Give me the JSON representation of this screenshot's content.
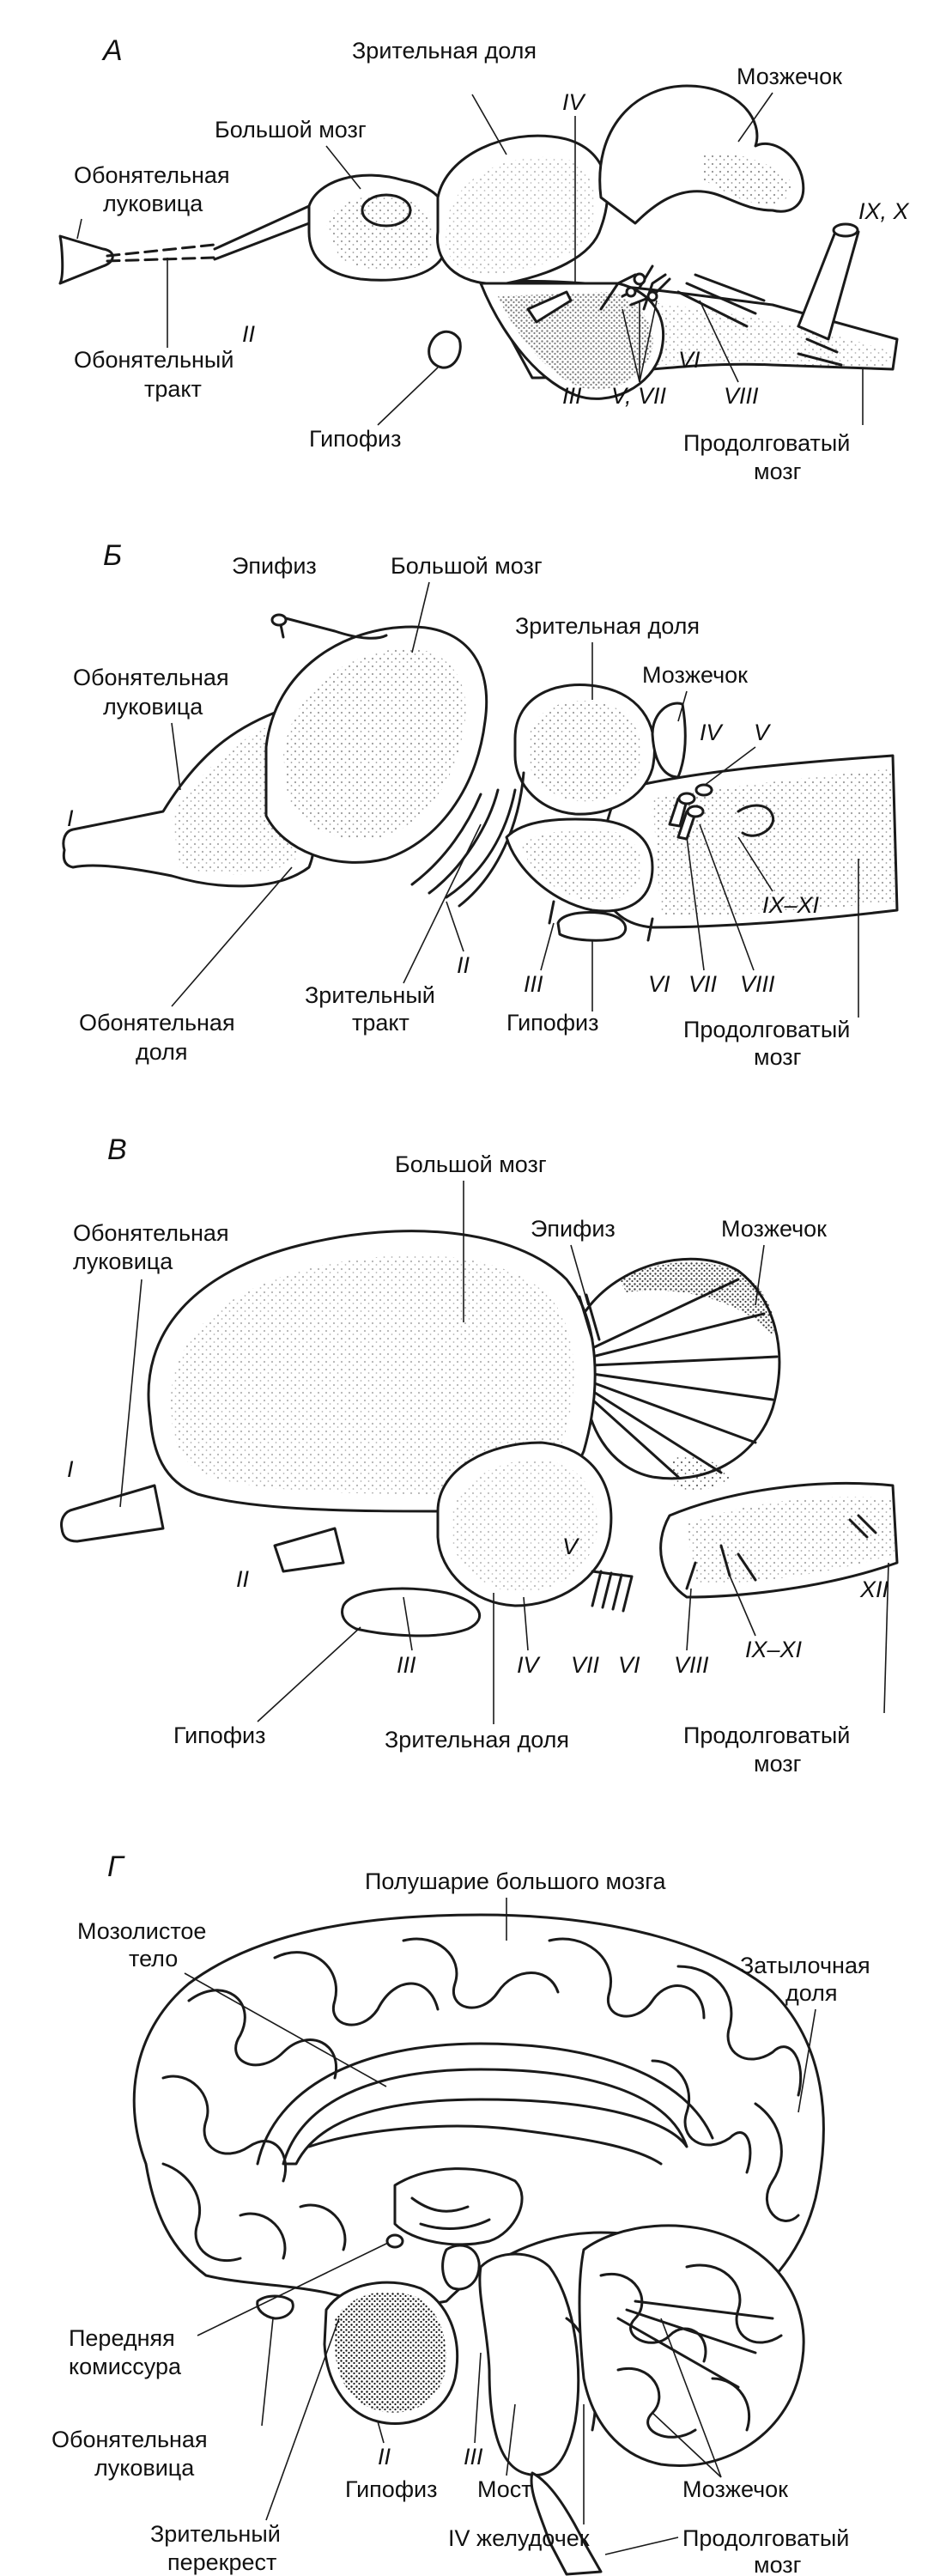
{
  "panels": [
    {
      "letter": "А",
      "labels": {
        "visual_lobe": "Зрительная доля",
        "cerebellum": "Мозжечок",
        "cerebrum": "Большой мозг",
        "nerve_iv": "IV",
        "olfactory_bulb_1": "Обонятельная",
        "olfactory_bulb_2": "луковица",
        "nerve_ix_x": "IX, X",
        "nerve_ii": "II",
        "olfactory_tract_1": "Обонятельный",
        "olfactory_tract_2": "тракт",
        "nerve_vi": "VI",
        "nerve_iii": "III",
        "nerve_v_vii": "V, VII",
        "nerve_viii": "VIII",
        "pituitary": "Гипофиз",
        "medulla_1": "Продолговатый",
        "medulla_2": "мозг"
      }
    },
    {
      "letter": "Б",
      "labels": {
        "epiphysis": "Эпифиз",
        "cerebrum": "Большой мозг",
        "visual_lobe": "Зрительная доля",
        "olfactory_bulb_1": "Обонятельная",
        "olfactory_bulb_2": "луковица",
        "cerebellum": "Мозжечок",
        "nerve_iv": "IV",
        "nerve_v": "V",
        "nerve_i": "I",
        "nerve_ix_xi": "IX–XI",
        "nerve_ii": "II",
        "visual_tract_1": "Зрительный",
        "visual_tract_2": "тракт",
        "nerve_iii": "III",
        "nerve_vi": "VI",
        "nerve_vii": "VII",
        "nerve_viii": "VIII",
        "olfactory_lobe_1": "Обонятельная",
        "olfactory_lobe_2": "доля",
        "pituitary": "Гипофиз",
        "medulla_1": "Продолговатый",
        "medulla_2": "мозг"
      }
    },
    {
      "letter": "В",
      "labels": {
        "cerebrum": "Большой мозг",
        "epiphysis": "Эпифиз",
        "cerebellum": "Мозжечок",
        "olfactory_bulb_1": "Обонятельная",
        "olfactory_bulb_2": "луковица",
        "nerve_i": "I",
        "nerve_v": "V",
        "nerve_ii": "II",
        "nerve_xii": "XII",
        "nerve_iii": "III",
        "nerve_iv": "IV",
        "nerve_vii": "VII",
        "nerve_vi": "VI",
        "nerve_viii": "VIII",
        "nerve_ix_xi": "IX–XI",
        "pituitary": "Гипофиз",
        "visual_lobe": "Зрительная доля",
        "medulla_1": "Продолговатый",
        "medulla_2": "мозг"
      }
    },
    {
      "letter": "Г",
      "labels": {
        "hemisphere": "Полушарие большого мозга",
        "corpus_callosum_1": "Мозолистое",
        "corpus_callosum_2": "тело",
        "occipital_1": "Затылочная",
        "occipital_2": "доля",
        "anterior_commissure_1": "Передняя",
        "anterior_commissure_2": "комиссура",
        "olfactory_bulb_1": "Обонятельная",
        "olfactory_bulb_2": "луковица",
        "nerve_ii": "II",
        "nerve_iii": "III",
        "pituitary": "Гипофиз",
        "pons": "Мост",
        "cerebellum": "Мозжечок",
        "optic_chiasm_1": "Зрительный",
        "optic_chiasm_2": "перекрест",
        "fourth_ventricle": "IV желудочек",
        "medulla_1": "Продолговатый",
        "medulla_2": "мозг"
      }
    }
  ]
}
